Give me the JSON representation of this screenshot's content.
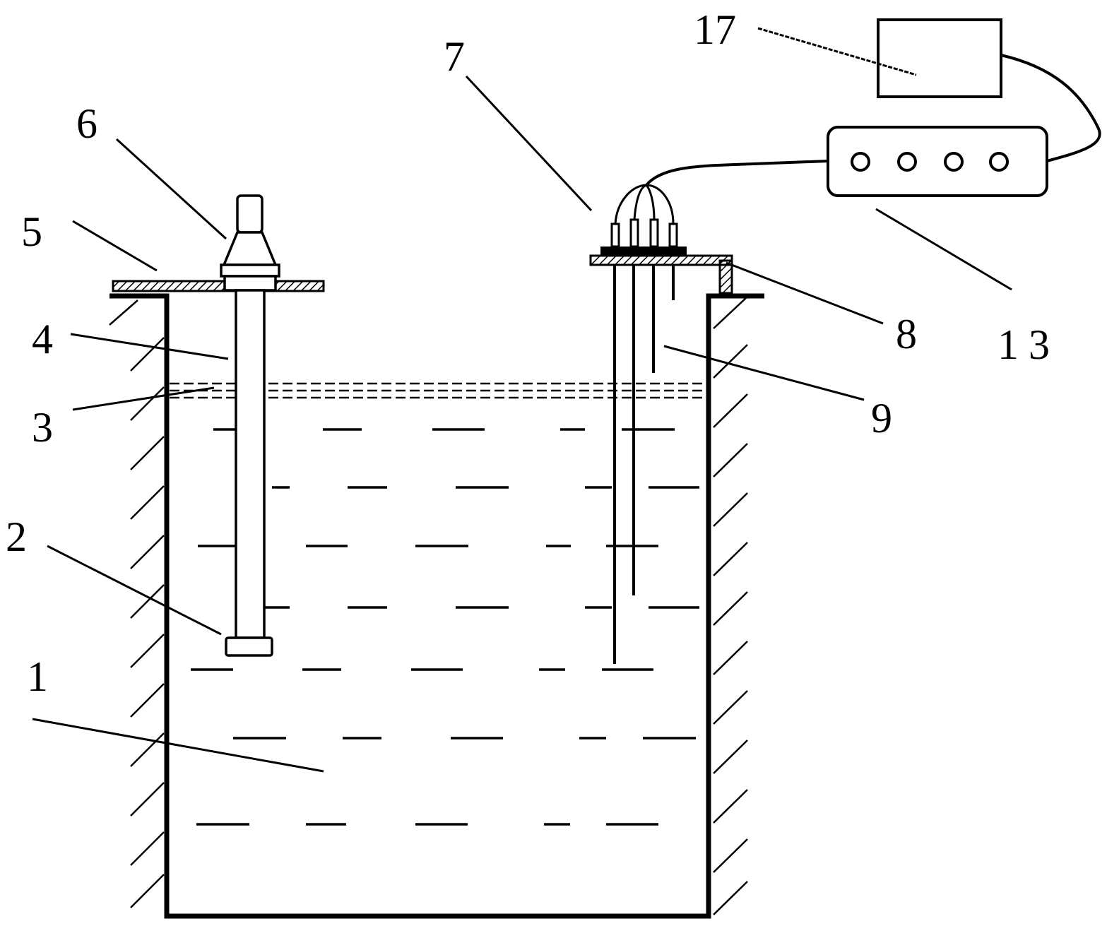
{
  "labels": {
    "l1": "1",
    "l2": "2",
    "l3": "3",
    "l4": "4",
    "l5": "5",
    "l6": "6",
    "l7": "7",
    "l8": "8",
    "l9": "9",
    "l13": "13",
    "l17": "17"
  }
}
